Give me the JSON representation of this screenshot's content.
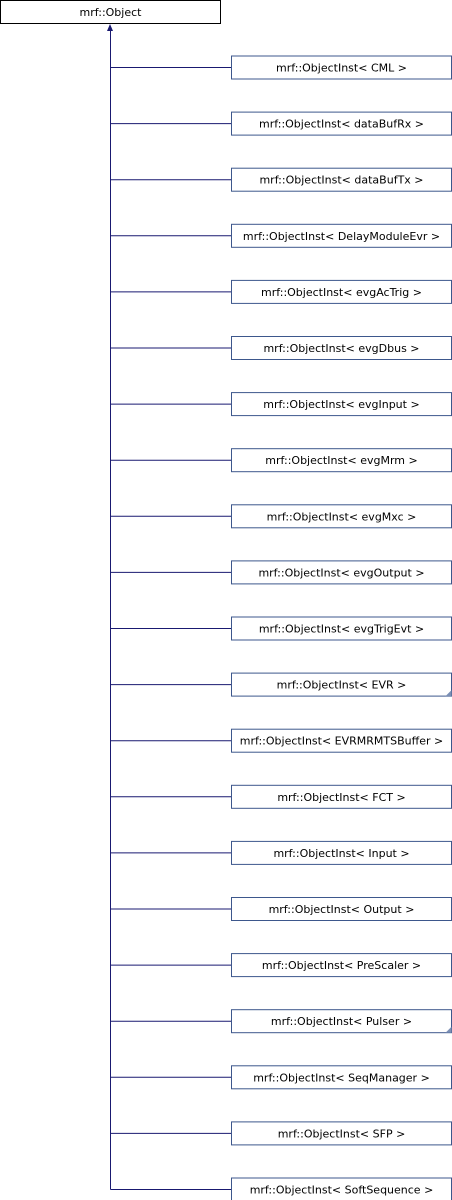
{
  "diagram": {
    "type": "inheritance",
    "base": {
      "label": "mrf::Object"
    },
    "children": [
      {
        "label": "mrf::ObjectInst< CML >",
        "has_more": false
      },
      {
        "label": "mrf::ObjectInst< dataBufRx >",
        "has_more": false
      },
      {
        "label": "mrf::ObjectInst< dataBufTx >",
        "has_more": false
      },
      {
        "label": "mrf::ObjectInst< DelayModuleEvr >",
        "has_more": false
      },
      {
        "label": "mrf::ObjectInst< evgAcTrig >",
        "has_more": false
      },
      {
        "label": "mrf::ObjectInst< evgDbus >",
        "has_more": false
      },
      {
        "label": "mrf::ObjectInst< evgInput >",
        "has_more": false
      },
      {
        "label": "mrf::ObjectInst< evgMrm >",
        "has_more": false
      },
      {
        "label": "mrf::ObjectInst< evgMxc >",
        "has_more": false
      },
      {
        "label": "mrf::ObjectInst< evgOutput >",
        "has_more": false
      },
      {
        "label": "mrf::ObjectInst< evgTrigEvt >",
        "has_more": false
      },
      {
        "label": "mrf::ObjectInst< EVR >",
        "has_more": true
      },
      {
        "label": "mrf::ObjectInst< EVRMRMTSBuffer >",
        "has_more": false
      },
      {
        "label": "mrf::ObjectInst< FCT >",
        "has_more": false
      },
      {
        "label": "mrf::ObjectInst< Input >",
        "has_more": false
      },
      {
        "label": "mrf::ObjectInst< Output >",
        "has_more": false
      },
      {
        "label": "mrf::ObjectInst< PreScaler >",
        "has_more": false
      },
      {
        "label": "mrf::ObjectInst< Pulser >",
        "has_more": true
      },
      {
        "label": "mrf::ObjectInst< SeqManager >",
        "has_more": false
      },
      {
        "label": "mrf::ObjectInst< SFP >",
        "has_more": false
      },
      {
        "label": "mrf::ObjectInst< SoftSequence >",
        "has_more": false
      }
    ]
  }
}
